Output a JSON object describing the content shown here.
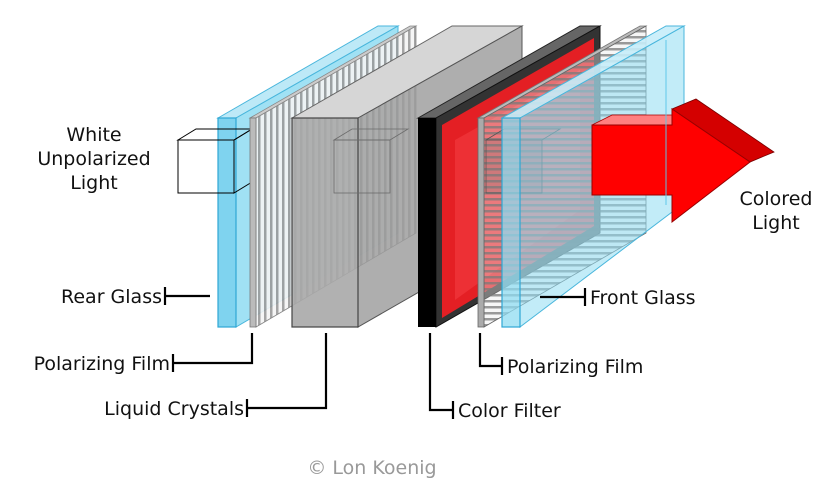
{
  "labels": {
    "white_line1": "White",
    "white_line2": "Unpolarized",
    "white_line3": "Light",
    "colored_line1": "Colored",
    "colored_line2": "Light",
    "rear_glass": "Rear Glass",
    "polarizing_film_rear": "Polarizing Film",
    "liquid_crystals": "Liquid Crystals",
    "color_filter": "Color Filter",
    "polarizing_film_front": "Polarizing Film",
    "front_glass": "Front Glass"
  },
  "credit": "© Lon Koenig",
  "colors": {
    "glass": "#8fdcf2",
    "glass_edge": "#5cc8ea",
    "crystal": "#a8a8a8",
    "filter_red": "#ee1f24",
    "arrow_red": "#ff0000"
  }
}
